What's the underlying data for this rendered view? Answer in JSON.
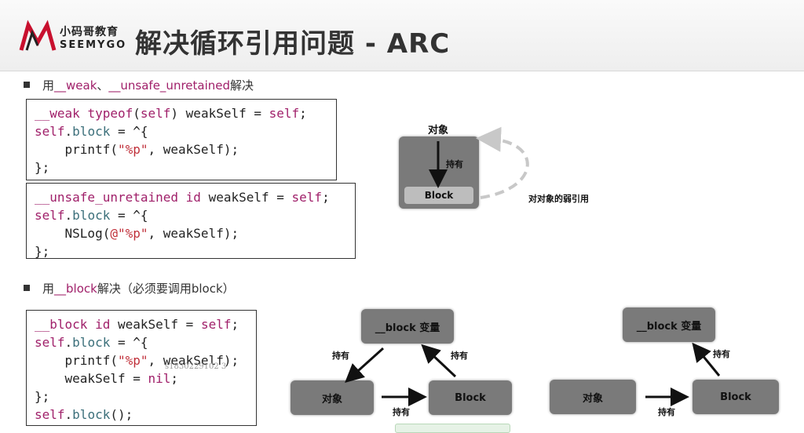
{
  "header": {
    "logo_cn": "小码哥教育",
    "logo_en": "SEEMYGO",
    "title": "解决循环引用问题 - ARC"
  },
  "section1": {
    "prefix": "用",
    "kw1": "__weak",
    "sep": "、",
    "kw2": "__unsafe_unretained",
    "suffix": "解决"
  },
  "code1": [
    "__weak typeof(self) weakSelf = self;",
    "self.block = ^{",
    "    printf(\"%p\", weakSelf);",
    "};"
  ],
  "code2": [
    "__unsafe_unretained id weakSelf = self;",
    "self.block = ^{",
    "    NSLog(@\"%p\", weakSelf);",
    "};"
  ],
  "diagram1": {
    "object_label": "对象",
    "hold_label": "持有",
    "block_label": "Block",
    "weak_ref_label": "对对象的弱引用"
  },
  "section2": {
    "prefix": "用",
    "kw": "__block",
    "suffix": "解决（必须要调用block）"
  },
  "code3": [
    "__block id weakSelf = self;",
    "self.block = ^{",
    "    printf(\"%p\", weakSelf);",
    "    weakSelf = nil;",
    "};",
    "self.block();"
  ],
  "watermark": "s1830229102 3",
  "diagram2": {
    "var_label": "__block 变量",
    "object_label": "对象",
    "block_label": "Block",
    "hold_left": "持有",
    "hold_right": "持有",
    "hold_bottom": "持有"
  },
  "diagram3": {
    "var_label": "__block 变量",
    "object_label": "对象",
    "block_label": "Block",
    "hold_up": "持有",
    "hold_bottom": "持有"
  }
}
